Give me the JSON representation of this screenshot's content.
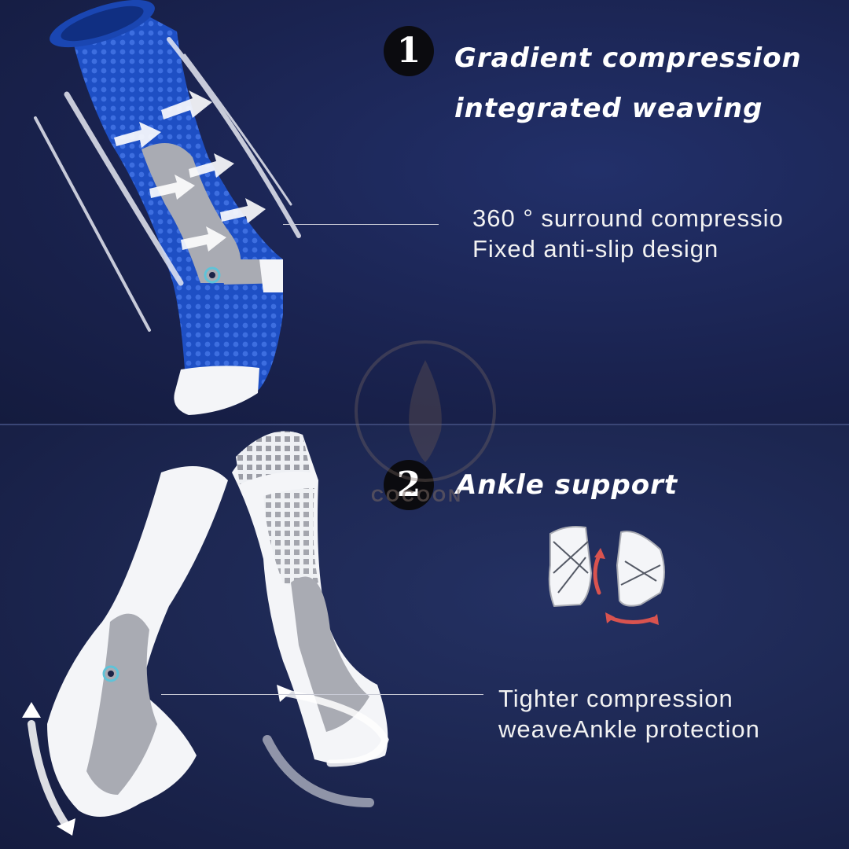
{
  "feature_1": {
    "number": "1",
    "title_line_1": "Gradient compression",
    "title_line_2": "integrated weaving",
    "caption_line_1": "360 ° surround compressio",
    "caption_line_2": "Fixed anti-slip design"
  },
  "feature_2": {
    "number": "2",
    "title": "Ankle support",
    "caption_line_1": "Tighter compression",
    "caption_line_2": "weaveAnkle protection"
  },
  "watermark": {
    "text": "COCOON"
  },
  "colors": {
    "background": "#1b2346",
    "sock_blue": "#1e4fc4",
    "sock_white": "#f4f5f8",
    "sock_gray": "#a9abb3",
    "accent_red": "#d9534f",
    "point_marker": "#5fc3d8"
  },
  "icons": [
    "compression-arrow-icon",
    "rotation-arrow-icon",
    "point-marker-icon",
    "number-badge-icon"
  ]
}
